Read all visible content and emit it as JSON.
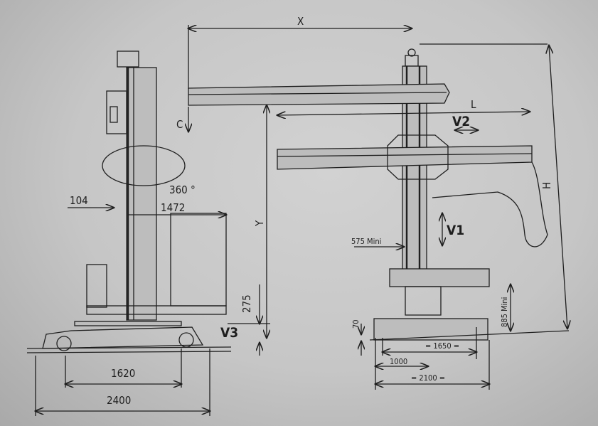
{
  "labels": {
    "x": "X",
    "c": "C",
    "l": "L",
    "h": "H",
    "y": "Y",
    "v1": "V1",
    "v2": "V2",
    "v3": "V3",
    "d575": "575 Mini",
    "d885": "885 Mini",
    "d70": "70",
    "d1650": "= 1650 =",
    "d1000": "1000",
    "d2100": "= 2100 =",
    "d275": "275",
    "d1620": "1620",
    "d2400": "2400",
    "d104": "104",
    "d1472": "1472",
    "rot": "360 °"
  }
}
